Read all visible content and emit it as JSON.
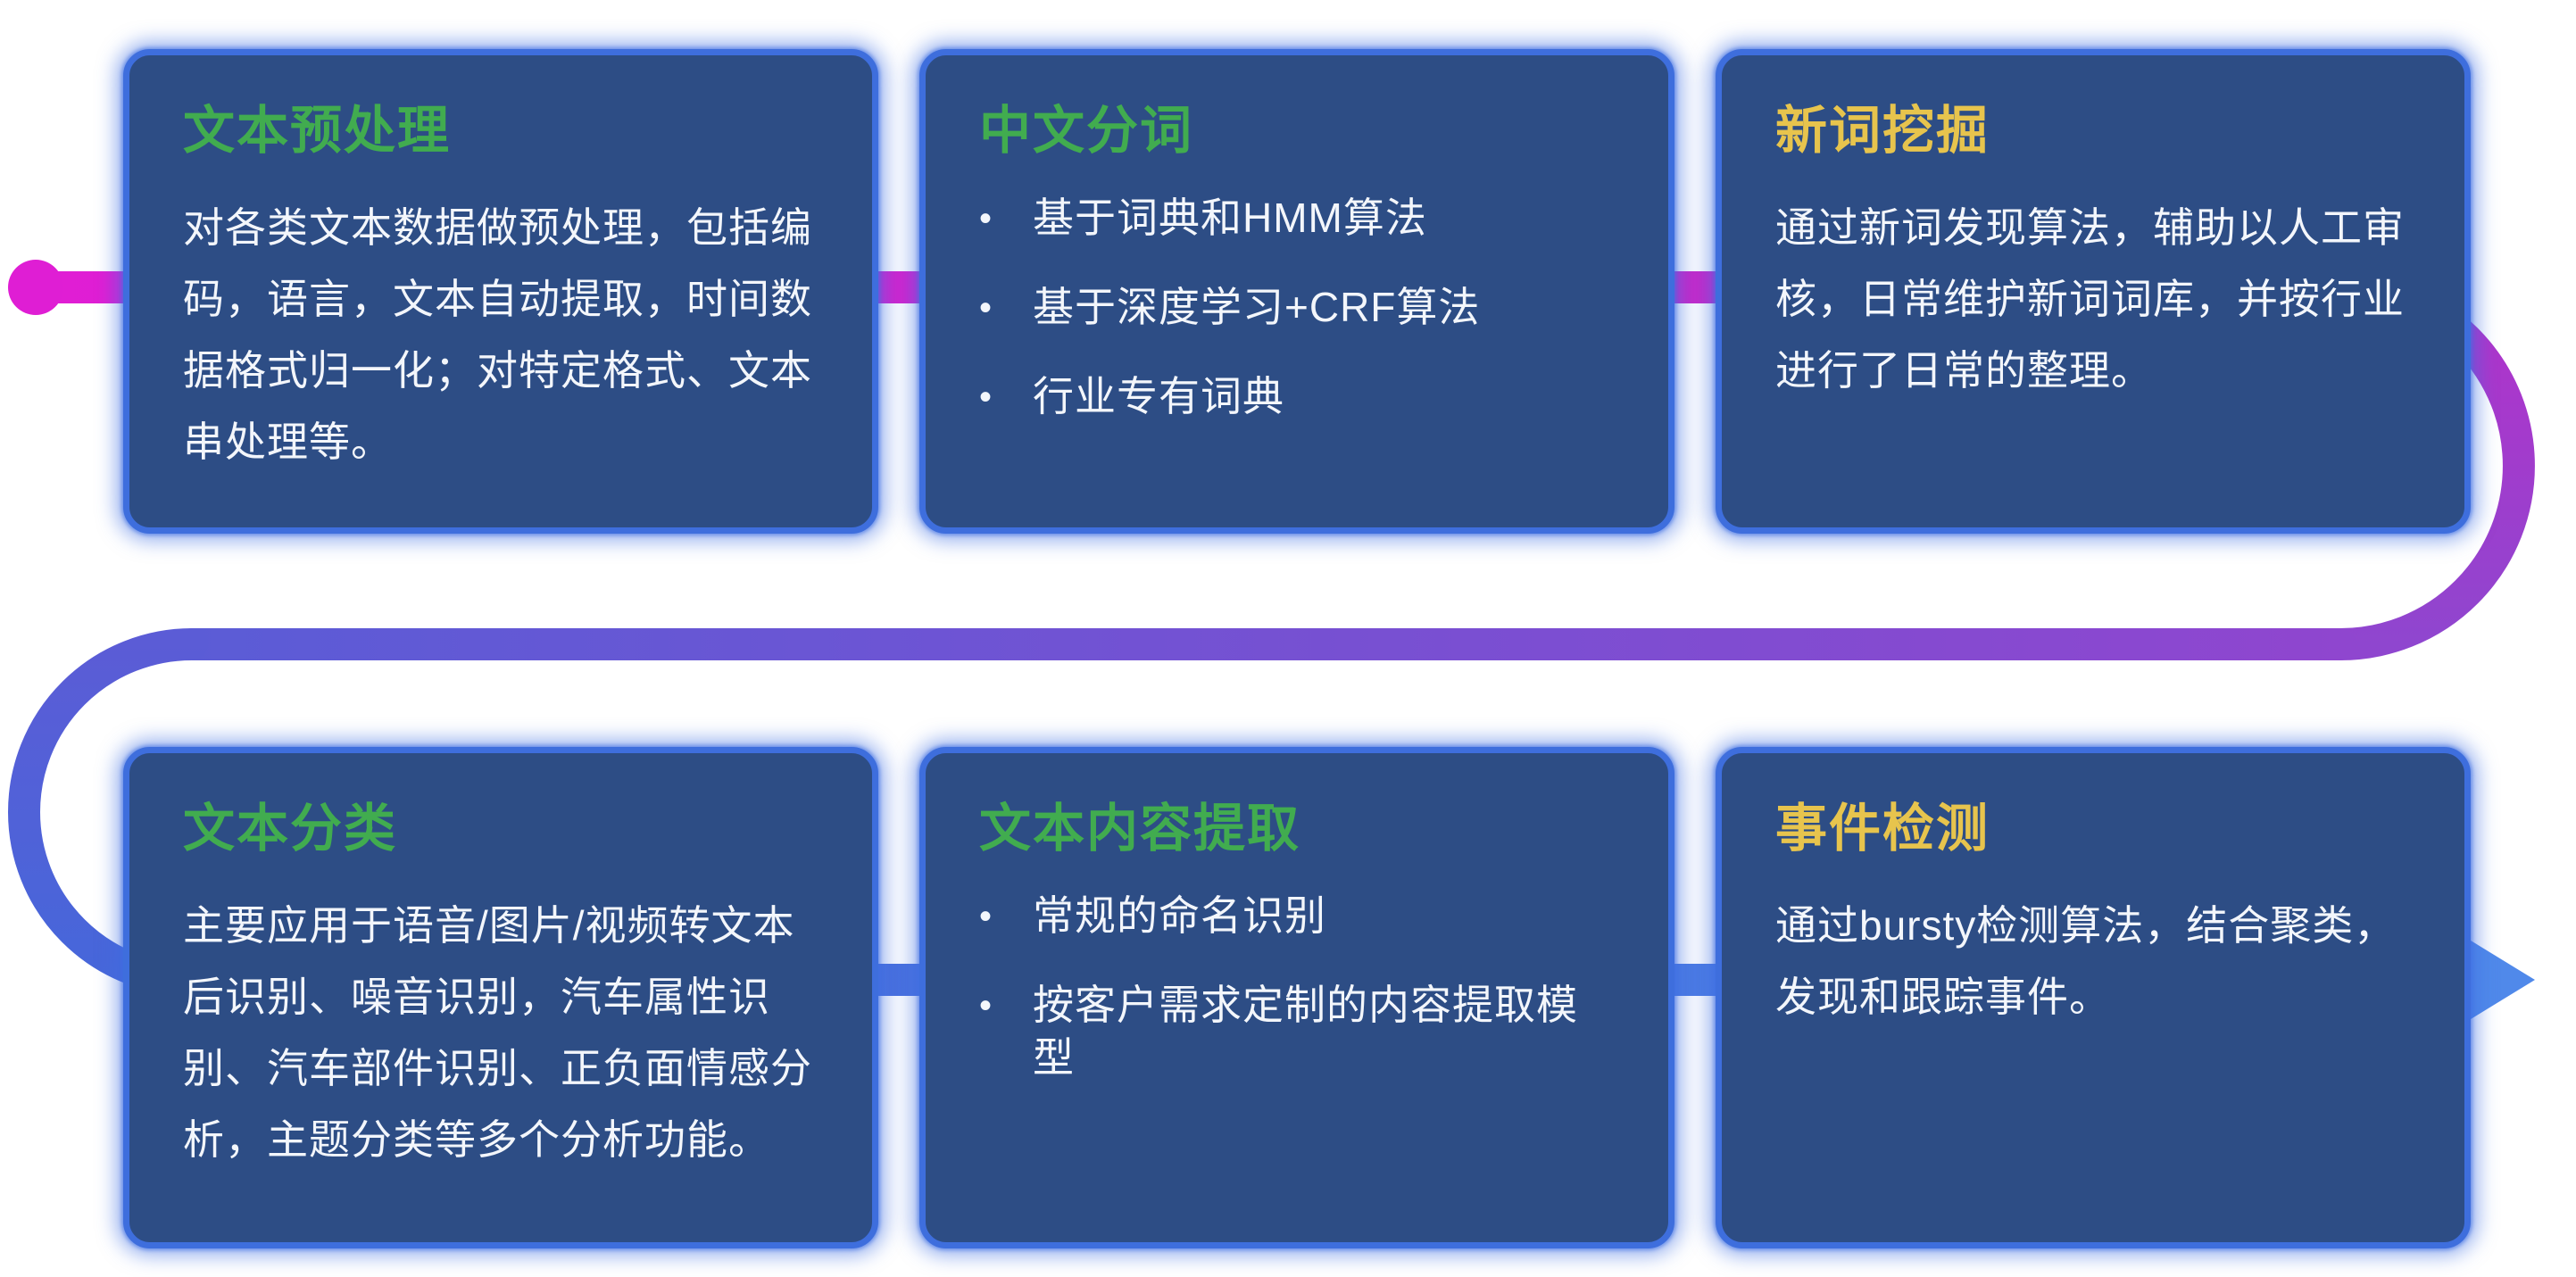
{
  "colors": {
    "card-bg": "#2d4d85",
    "card-border": "#3e6edd",
    "title-green": "#41ac4f",
    "title-yellow": "#e7c44d",
    "body-text": "#f3f6fb",
    "flow-magenta": "#d820cf",
    "flow-purple": "#8f46cf",
    "flow-blue": "#4667da",
    "flow-arrow": "#5089ea"
  },
  "cards": [
    {
      "title": "文本预处理",
      "accent": "green",
      "body": "对各类文本数据做预处理，包括编码，语言，文本自动提取，时间数据格式归一化；对特定格式、文本串处理等。"
    },
    {
      "title": "中文分词",
      "accent": "green",
      "bullets": [
        "基于词典和HMM算法",
        "基于深度学习+CRF算法",
        "行业专有词典"
      ]
    },
    {
      "title": "新词挖掘",
      "accent": "yellow",
      "body": "通过新词发现算法，辅助以人工审核，日常维护新词词库，并按行业进行了日常的整理。"
    },
    {
      "title": "文本分类",
      "accent": "green",
      "body": "主要应用于语音/图片/视频转文本后识别、噪音识别，汽车属性识别、汽车部件识别、正负面情感分析，主题分类等多个分析功能。"
    },
    {
      "title": "文本内容提取",
      "accent": "green",
      "bullets": [
        "常规的命名识别",
        "按客户需求定制的内容提取模型"
      ]
    },
    {
      "title": "事件检测",
      "accent": "yellow",
      "body": "通过bursty检测算法，结合聚类，发现和跟踪事件。"
    }
  ]
}
